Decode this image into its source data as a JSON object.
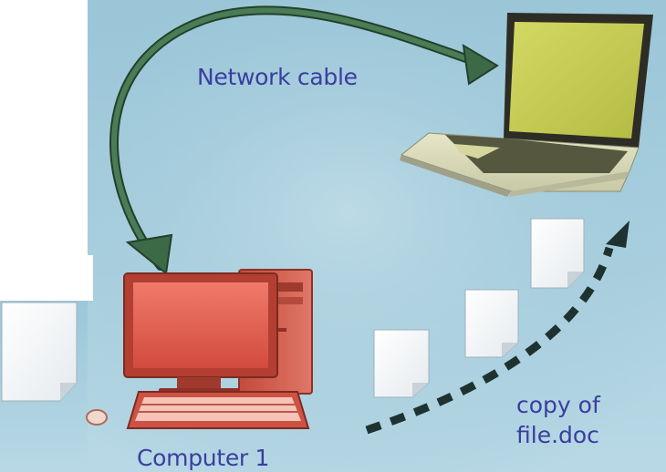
{
  "labels": {
    "network_cable": "Network cable",
    "computer": "Computer 1",
    "copy_line1": "copy of",
    "copy_line2": "file.doc"
  },
  "icons": {
    "laptop": "laptop-icon",
    "desktop": "desktop-computer-icon",
    "monitor": "monitor-icon",
    "tower": "tower-icon",
    "keyboard": "keyboard-icon",
    "mouse": "mouse-icon",
    "document": "document-icon",
    "cable_arrow": "network-cable-arrow",
    "copy_arrow": "copy-arrow-dashed"
  },
  "colors": {
    "background": "#a9cfe0",
    "label_text": "#3a3ea0",
    "cable_arrow": "#3c6a46",
    "copy_arrow": "#1e3230",
    "desktop": "#d9584a",
    "laptop_screen": "#c7cf55"
  }
}
